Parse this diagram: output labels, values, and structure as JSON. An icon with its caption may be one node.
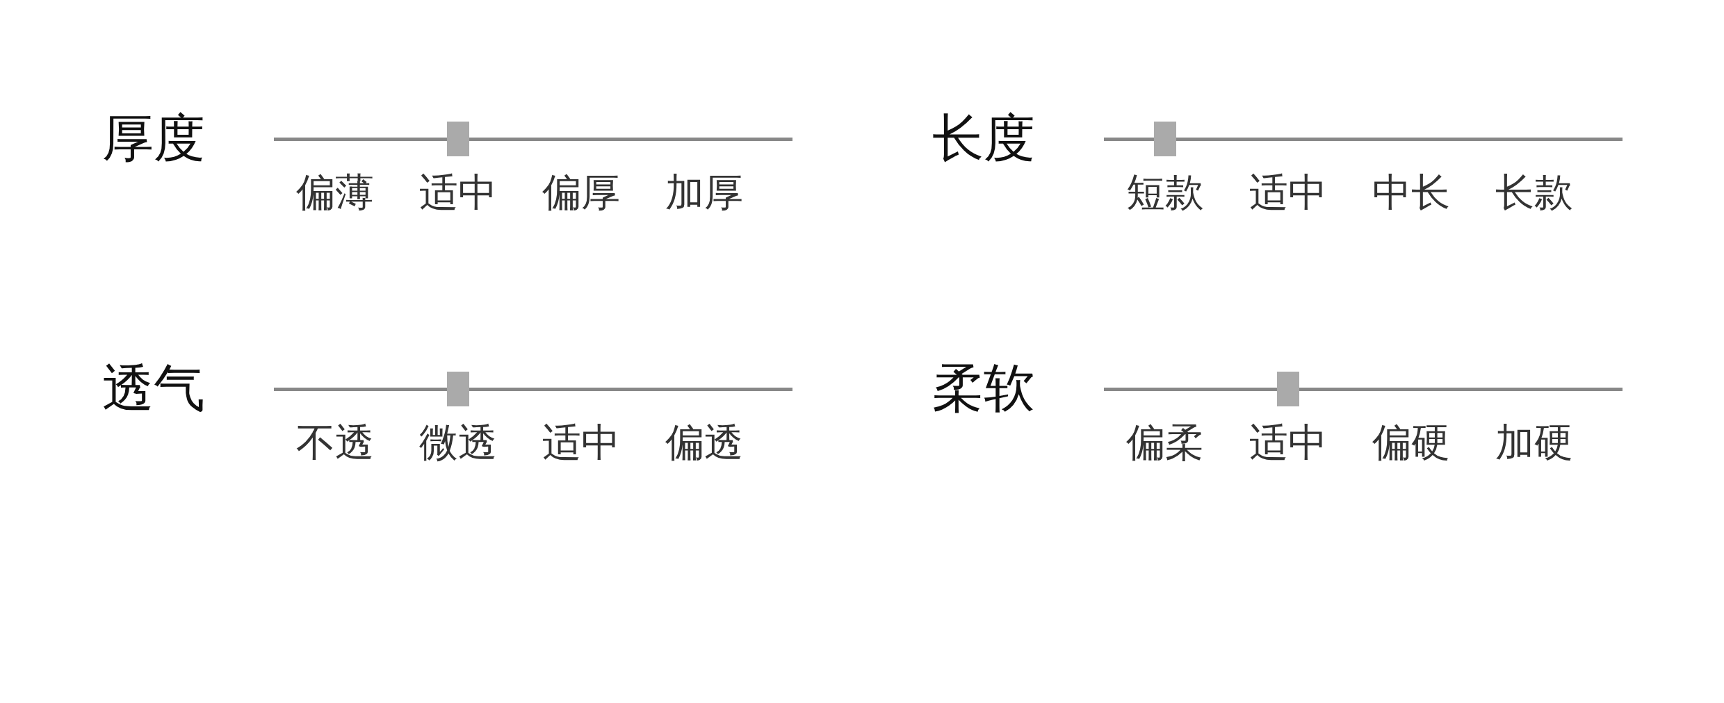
{
  "diagram": {
    "labels": [
      "厚度",
      "偏薄",
      "适中",
      "偏厚",
      "加厚",
      "长度",
      "短款",
      "适中",
      "中长",
      "长款",
      "透气",
      "不透",
      "微透",
      "适中",
      "偏透",
      "柔软",
      "偏柔",
      "适中",
      "偏硬",
      "加硬"
    ]
  }
}
